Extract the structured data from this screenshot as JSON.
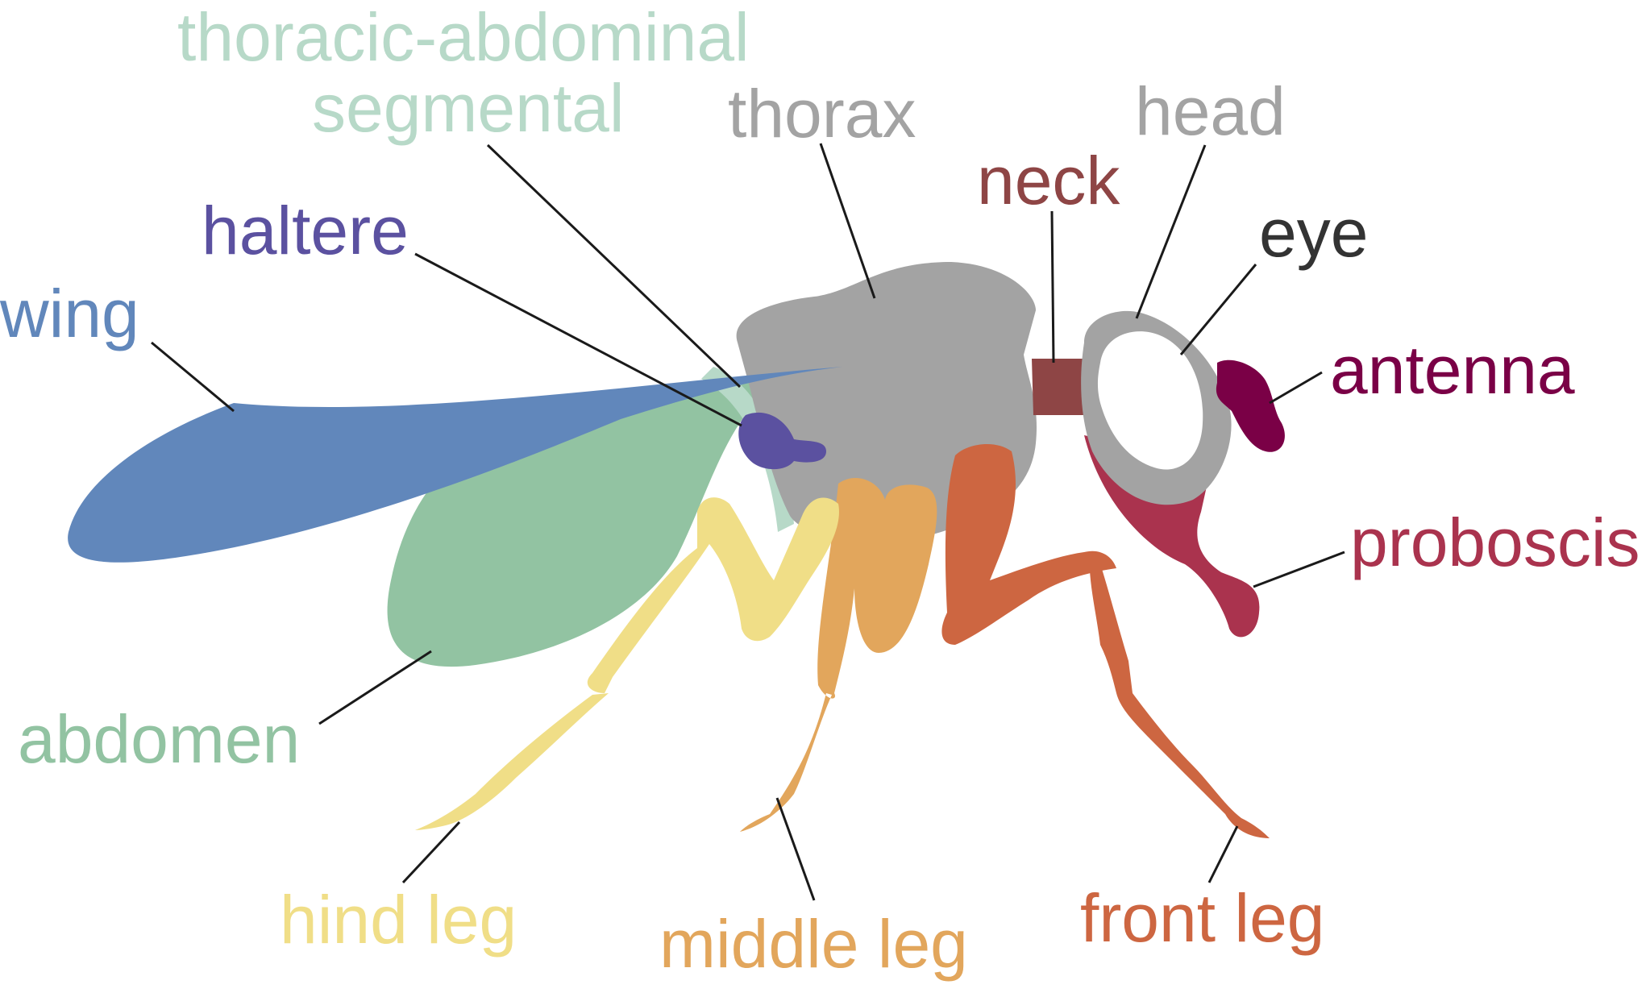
{
  "labels": {
    "thoracic_abdominal": "thoracic-abdominal",
    "segmental": "segmental",
    "thorax": "thorax",
    "head": "head",
    "neck": "neck",
    "haltere": "haltere",
    "eye": "eye",
    "wing": "wing",
    "antenna": "antenna",
    "proboscis": "proboscis",
    "abdomen": "abdomen",
    "hind_leg": "hind leg",
    "middle_leg": "middle leg",
    "front_leg": "front leg"
  },
  "colors": {
    "thoracic_abdominal": "#b7d9c8",
    "thorax": "#a3a3a3",
    "head": "#a3a3a3",
    "neck": "#8e4545",
    "haltere": "#5b51a0",
    "eye": "#ffffff",
    "eye_text": "#333333",
    "wing": "#6187bb",
    "antenna": "#7a0046",
    "proboscis": "#aa334e",
    "abdomen": "#92c3a2",
    "hind_leg": "#f0de87",
    "middle_leg": "#e2a65c",
    "front_leg": "#cd6641"
  }
}
